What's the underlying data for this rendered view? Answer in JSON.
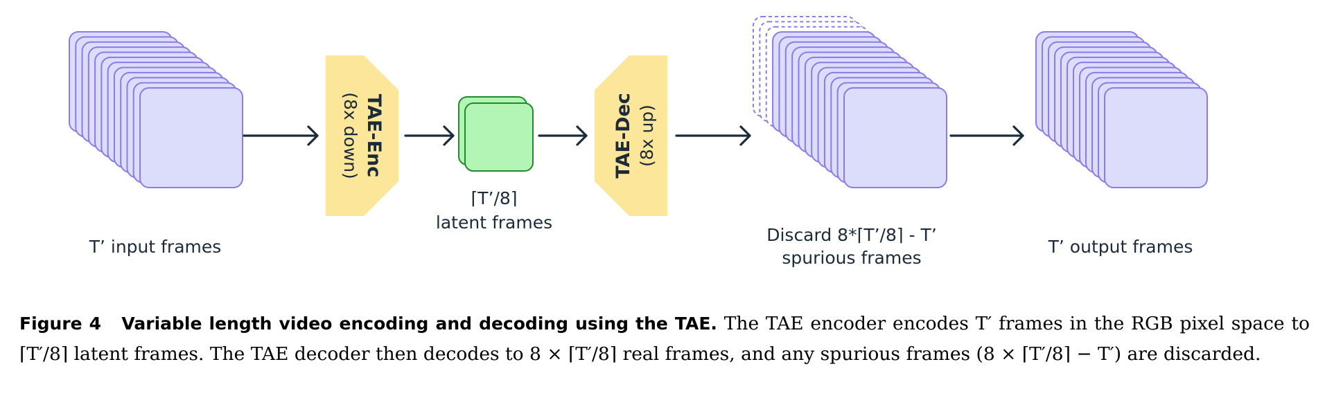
{
  "diagram": {
    "input_label": "T’ input frames",
    "encoder": {
      "title": "TAE-Enc",
      "subtitle": "(8x down)"
    },
    "latent": {
      "ceil_expr": "⌈T’/8⌉",
      "label": "latent frames"
    },
    "decoder": {
      "title": "TAE-Dec",
      "subtitle": "(8x up)"
    },
    "discard": {
      "prefix": "Discard 8*",
      "ceil_expr": "⌈T’/8⌉",
      "suffix": " - T’",
      "line2": "spurious frames"
    },
    "output_label": "T’ output frames",
    "colors": {
      "frame_fill": "#dcdcfb",
      "frame_stroke": "#8b7be6",
      "latent_fill": "#b3f5b5",
      "latent_stroke": "#1f8a2c",
      "block_fill": "#fbe69a",
      "arrow": "#1c2b39"
    }
  },
  "caption": {
    "label": "Figure 4",
    "title": "Variable length video encoding and decoding using the TAE.",
    "text": " The TAE encoder encodes T′ frames in the RGB pixel space to ⌈T′/8⌉ latent frames. The TAE decoder then decodes to 8 × ⌈T′/8⌉ real frames, and any spurious frames (8 × ⌈T′/8⌉ − T′) are discarded."
  }
}
